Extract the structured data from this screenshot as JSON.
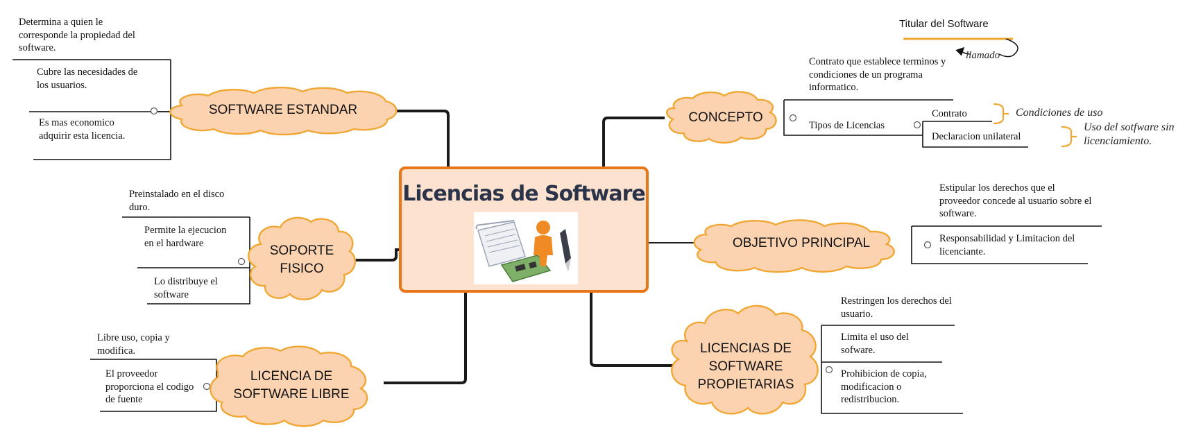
{
  "central": {
    "title": "Licencias de Software",
    "image_icon": "license-document-person-pen-circuit-icon"
  },
  "branches": {
    "software_estandar": {
      "label": "SOFTWARE ESTANDAR",
      "notes": [
        "Determina a quien le corresponde la propiedad del software.",
        "Cubre las necesidades de los usuarios.",
        "Es mas economico adquirir esta licencia."
      ]
    },
    "soporte_fisico": {
      "label_line1": "SOPORTE",
      "label_line2": "FISICO",
      "notes": [
        "Preinstalado en el disco duro.",
        "Permite la ejecucion en el hardware",
        "Lo distribuye el software"
      ]
    },
    "licencia_libre": {
      "label_line1": "LICENCIA DE",
      "label_line2": "SOFTWARE LIBRE",
      "notes": [
        "Libre uso, copia y modifica.",
        "El proveedor proporciona el codigo de fuente"
      ]
    },
    "concepto": {
      "label": "CONCEPTO",
      "notes": [
        "Contrato que establece terminos y condiciones de un programa informatico.",
        "Tipos de Licencias"
      ],
      "tipos": [
        "Contrato",
        "Declaracion unilateral"
      ],
      "tipo_notes": [
        "Condiciones de uso",
        "Uso del sotfware sin licenciamiento."
      ]
    },
    "objetivo": {
      "label": "OBJETIVO PRINCIPAL",
      "notes": [
        "Estipular los derechos que el proveedor concede al usuario sobre el software.",
        "Responsabilidad y Limitacion del licenciante."
      ]
    },
    "propietarias": {
      "label_line1": "LICENCIAS DE",
      "label_line2": "SOFTWARE",
      "label_line3": "PROPIETARIAS",
      "notes": [
        "Restringen los derechos del usuario.",
        "Limita el uso del sofware.",
        "Prohibicion de copia, modificacion o redistribucion."
      ]
    }
  },
  "relationship": {
    "titular": "Titular del Software",
    "connector": "llamado"
  },
  "colors": {
    "cloud_fill": "#fcd3b1",
    "cloud_stroke": "#f0a733",
    "center_fill": "#fde3cf",
    "center_border": "#e8771a",
    "title_color": "#2b3348",
    "accent_orange": "#f0a733"
  }
}
